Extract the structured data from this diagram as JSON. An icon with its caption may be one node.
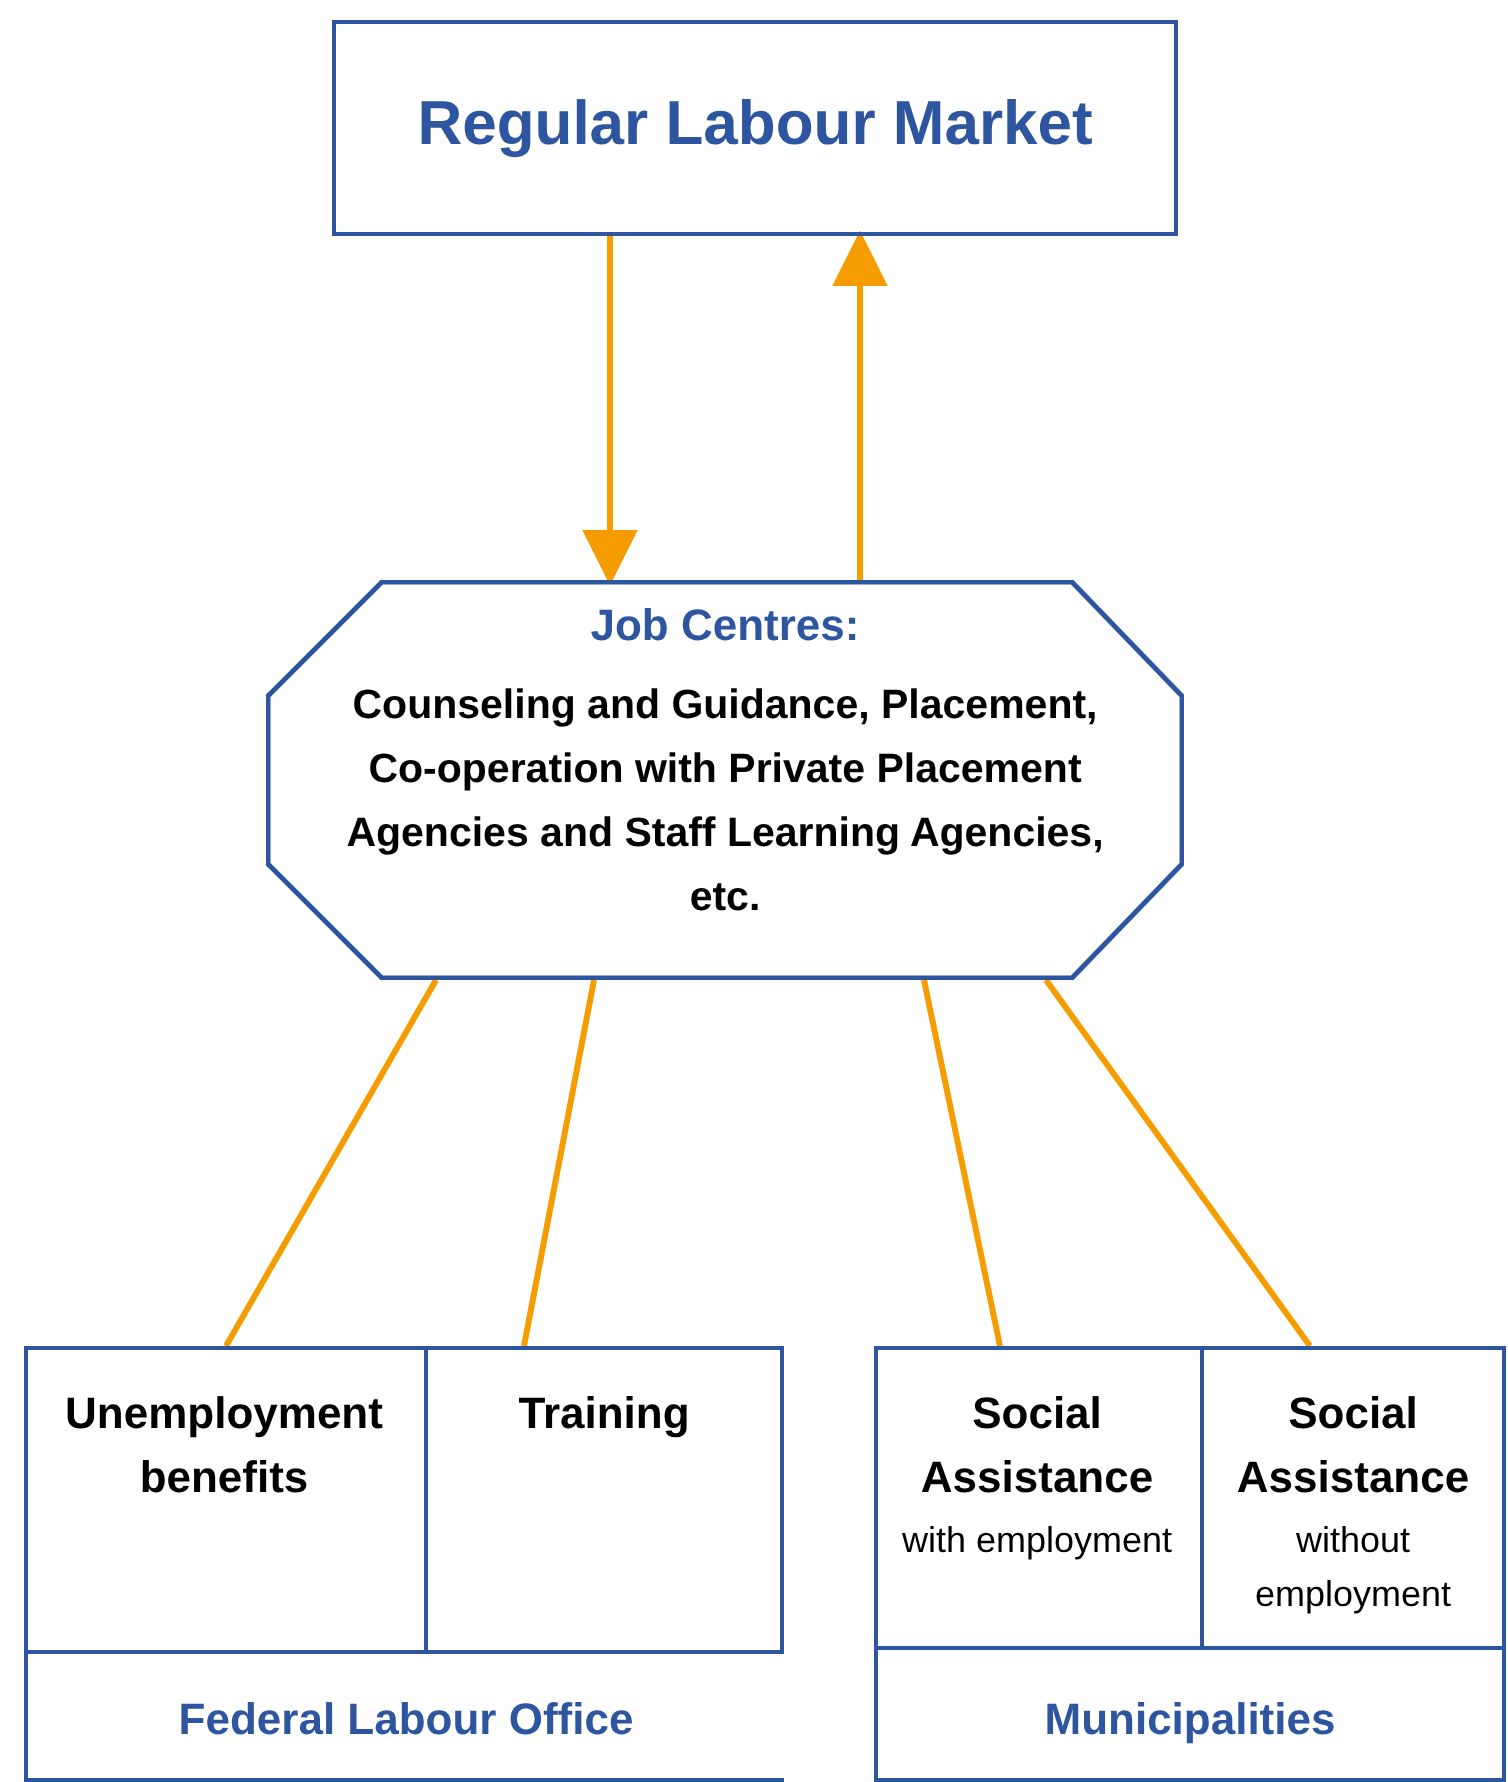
{
  "diagram": {
    "nodes": [
      {
        "text": [
          "Regular Labour Market"
        ]
      },
      {
        "text": [
          "Job Centres:",
          "Counseling and Guidance, Placement, Co-operation with Private Placement Agencies and Staff Learning Agencies, etc."
        ]
      },
      {
        "text": [
          "Federal Labour Office"
        ]
      },
      {
        "text": [
          "Unemployment benefits"
        ],
        "in": 2
      },
      {
        "text": [
          "Training"
        ],
        "in": 2
      },
      {
        "text": [
          "Municipalities"
        ]
      },
      {
        "text": [
          "Social Assistance",
          "with employment"
        ],
        "in": 5
      },
      {
        "text": [
          "Social Assistance",
          "without employment"
        ],
        "in": 5
      }
    ],
    "edges": [
      {
        "from": 0,
        "to": 1,
        "arrow": "to"
      },
      {
        "from": 1,
        "to": 0,
        "arrow": "to"
      },
      {
        "from": 1,
        "to": 3,
        "arrow": "none"
      },
      {
        "from": 1,
        "to": 4,
        "arrow": "none"
      },
      {
        "from": 1,
        "to": 6,
        "arrow": "none"
      },
      {
        "from": 1,
        "to": 7,
        "arrow": "none"
      }
    ]
  }
}
